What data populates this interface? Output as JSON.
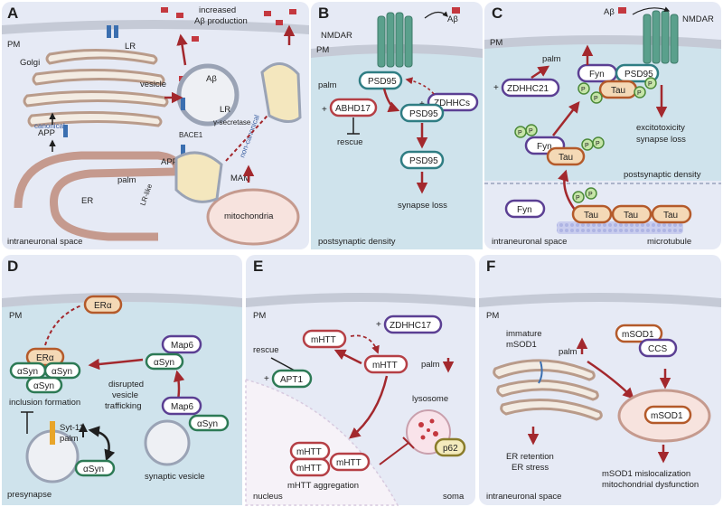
{
  "panels": {
    "A": {
      "letter": "A",
      "pm": "PM",
      "increased_abeta_line1": "increased",
      "increased_abeta_line2": "Aβ production",
      "golgi": "Golgi",
      "lr1": "LR",
      "vesicle": "vesicle",
      "abeta": "Aβ",
      "lr2": "LR",
      "bace1": "BACE1",
      "gamma_secretase": "γ-secretase",
      "canonical": "canonical",
      "non_canonical": "non-canonical",
      "app1": "APP",
      "app2": "APP",
      "palm": "palm",
      "mam": "MAM",
      "er": "ER",
      "lr_like": "LR-like",
      "mitochondria": "mitochondria",
      "region": "intraneuronal space"
    },
    "B": {
      "letter": "B",
      "pm": "PM",
      "nmdar": "NMDAR",
      "abeta": "Aβ",
      "palm": "palm",
      "psd95_top": "PSD95",
      "zdhhcs": "ZDHHCs",
      "plus1": "+",
      "abhd17": "ABHD17",
      "rescue": "rescue",
      "psd95_mid": "PSD95",
      "psd95_bot": "PSD95",
      "synapse_loss": "synapse loss",
      "region": "postsynaptic density"
    },
    "C": {
      "letter": "C",
      "abeta": "Aβ",
      "nmdar": "NMDAR",
      "pm": "PM",
      "palm": "palm",
      "plus": "+",
      "zdhhc21": "ZDHHC21",
      "fyn1": "Fyn",
      "psd95": "PSD95",
      "tau1": "Tau",
      "p": "P",
      "excitotoxicity": "excitotoxicity",
      "synapse_loss": "synapse loss",
      "fyn2": "Fyn",
      "tau2": "Tau",
      "postsynaptic_density": "postsynaptic density",
      "fyn3": "Fyn",
      "tau_a": "Tau",
      "tau_b": "Tau",
      "tau_c": "Tau",
      "region": "intraneuronal space",
      "microtubule": "microtubule"
    },
    "D": {
      "letter": "D",
      "pm": "PM",
      "era_top": "ERα",
      "era": "ERα",
      "asyn1": "αSyn",
      "asyn2": "αSyn",
      "asyn3": "αSyn",
      "inclusion": "inclusion formation",
      "map6_top": "Map6",
      "asyn_mid": "αSyn",
      "disrupted1": "disrupted",
      "disrupted2": "vesicle",
      "disrupted3": "trafficking",
      "map6_bot": "Map6",
      "asyn_bot": "αSyn",
      "syt11": "Syt-11",
      "palm": "palm",
      "asyn_pre": "αSyn",
      "synaptic_vesicle": "synaptic vesicle",
      "region": "presynapse"
    },
    "E": {
      "letter": "E",
      "pm": "PM",
      "plus": "+",
      "zdhhc17": "ZDHHC17",
      "mhtt1": "mHTT",
      "rescue": "rescue",
      "mhtt2": "mHTT",
      "palm": "palm",
      "plus2": "+",
      "apt1": "APT1",
      "lysosome": "lysosome",
      "p62": "p62",
      "agg1": "mHTT",
      "agg2": "mHTT",
      "agg3": "mHTT",
      "aggregation": "mHTT aggregation",
      "nucleus": "nucleus",
      "soma": "soma"
    },
    "F": {
      "letter": "F",
      "pm": "PM",
      "immature1": "immature",
      "immature2": "mSOD1",
      "palm": "palm",
      "msod1_top": "mSOD1",
      "ccs": "CCS",
      "msod1_mito": "mSOD1",
      "er_retention": "ER retention",
      "er_stress": "ER stress",
      "mislocalization": "mSOD1 mislocalization",
      "dysfunction": "mitochondrial dysfunction",
      "region": "intraneuronal space"
    }
  },
  "colors": {
    "panel_bg": "#e6eaf5",
    "cytoplasm": "#cfe3ec",
    "membrane": "#9aa3b5",
    "arrow": "#a3282d",
    "psd95": "#2f7d83",
    "enzyme": "#5b3f93",
    "abhd17": "#b53f45",
    "tau": "#b45a2a",
    "green": "#2d7a55"
  }
}
